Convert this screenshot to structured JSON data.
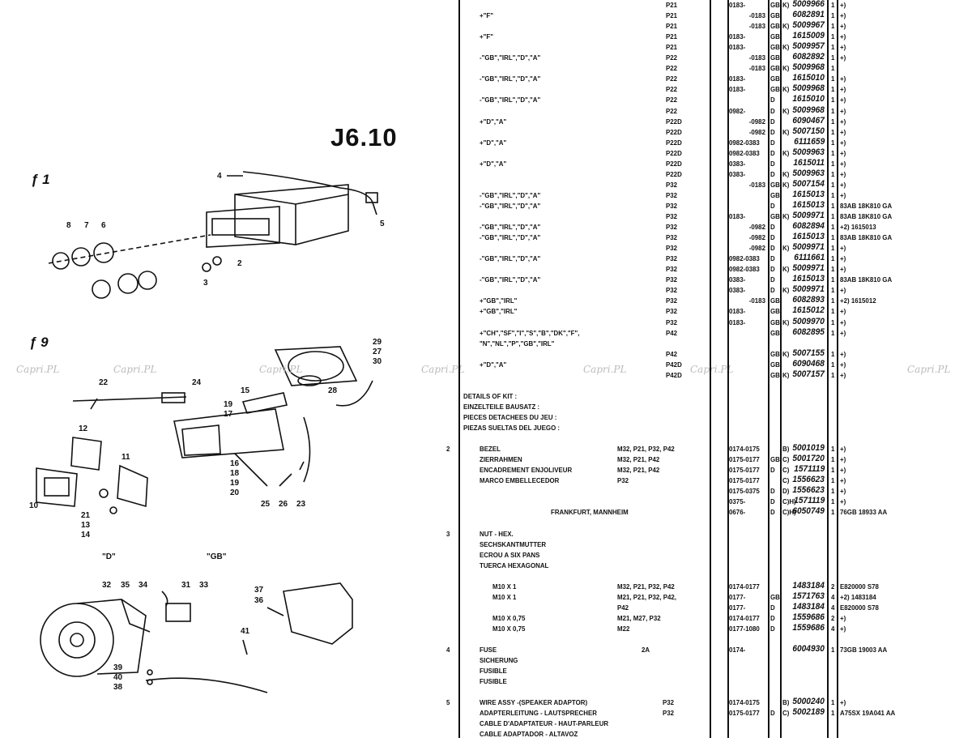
{
  "page_title": "J6.10",
  "figures": [
    "ƒ 1",
    "ƒ 9"
  ],
  "variant_labels": [
    "\"D\"",
    "\"GB\""
  ],
  "watermark": "Capri.PL",
  "callouts": [
    "4",
    "5",
    "8",
    "7",
    "6",
    "2",
    "3",
    "22",
    "24",
    "15",
    "29",
    "27",
    "30",
    "28",
    "12",
    "19",
    "17",
    "11",
    "10",
    "21",
    "13",
    "14",
    "16",
    "18",
    "19",
    "20",
    "25",
    "26",
    "23",
    "32",
    "35",
    "34",
    "31",
    "33",
    "37",
    "36",
    "41",
    "39",
    "40",
    "38"
  ],
  "rows": [
    {
      "desc": "",
      "model": "P21",
      "date": "0183-",
      "cc": "GB",
      "code": "K)",
      "part": "5009966",
      "qty": "1",
      "remark": "+)"
    },
    {
      "desc": "+\"F\"",
      "model": "P21",
      "date": "-0183",
      "cc": "GB",
      "code": "",
      "part": "6082891",
      "qty": "1",
      "remark": "+)"
    },
    {
      "desc": "",
      "model": "P21",
      "date": "-0183",
      "cc": "GB",
      "code": "K)",
      "part": "5009967",
      "qty": "1",
      "remark": "+)"
    },
    {
      "desc": "+\"F\"",
      "model": "P21",
      "date": "0183-",
      "cc": "GB",
      "code": "",
      "part": "1615009",
      "qty": "1",
      "remark": "+)"
    },
    {
      "desc": "",
      "model": "P21",
      "date": "0183-",
      "cc": "GB",
      "code": "K)",
      "part": "5009957",
      "qty": "1",
      "remark": "+)"
    },
    {
      "desc": "-\"GB\",\"IRL\",\"D\",\"A\"",
      "model": "P22",
      "date": "-0183",
      "cc": "GB",
      "code": "",
      "part": "6082892",
      "qty": "1",
      "remark": "+)"
    },
    {
      "desc": "",
      "model": "P22",
      "date": "-0183",
      "cc": "GB",
      "code": "K)",
      "part": "5009968",
      "qty": "1",
      "remark": ""
    },
    {
      "desc": "-\"GB\",\"IRL\",\"D\",\"A\"",
      "model": "P22",
      "date": "0183-",
      "cc": "GB",
      "code": "",
      "part": "1615010",
      "qty": "1",
      "remark": "+)"
    },
    {
      "desc": "",
      "model": "P22",
      "date": "0183-",
      "cc": "GB",
      "code": "K)",
      "part": "5009968",
      "qty": "1",
      "remark": "+)"
    },
    {
      "desc": "-\"GB\",\"IRL\",\"D\",\"A\"",
      "model": "P22",
      "date": "",
      "cc": "D",
      "code": "",
      "part": "1615010",
      "qty": "1",
      "remark": "+)"
    },
    {
      "desc": "",
      "model": "P22",
      "date": "0982-",
      "cc": "D",
      "code": "K)",
      "part": "5009968",
      "qty": "1",
      "remark": "+)"
    },
    {
      "desc": "+\"D\",\"A\"",
      "model": "P22D",
      "date": "-0982",
      "cc": "D",
      "code": "",
      "part": "6090467",
      "qty": "1",
      "remark": "+)"
    },
    {
      "desc": "",
      "model": "P22D",
      "date": "-0982",
      "cc": "D",
      "code": "K)",
      "part": "5007150",
      "qty": "1",
      "remark": "+)"
    },
    {
      "desc": "+\"D\",\"A\"",
      "model": "P22D",
      "date": "0982-0383",
      "cc": "D",
      "code": "",
      "part": "6111659",
      "qty": "1",
      "remark": "+)"
    },
    {
      "desc": "",
      "model": "P22D",
      "date": "0982-0383",
      "cc": "D",
      "code": "K)",
      "part": "5009963",
      "qty": "1",
      "remark": "+)"
    },
    {
      "desc": "+\"D\",\"A\"",
      "model": "P22D",
      "date": "0383-",
      "cc": "D",
      "code": "",
      "part": "1615011",
      "qty": "1",
      "remark": "+)"
    },
    {
      "desc": "",
      "model": "P22D",
      "date": "0383-",
      "cc": "D",
      "code": "K)",
      "part": "5009963",
      "qty": "1",
      "remark": "+)"
    },
    {
      "desc": "",
      "model": "P32",
      "date": "-0183",
      "cc": "GB",
      "code": "K)",
      "part": "5007154",
      "qty": "1",
      "remark": "+)"
    },
    {
      "desc": "-\"GB\",\"IRL\",\"D\",\"A\"",
      "model": "P32",
      "date": "",
      "cc": "GB",
      "code": "",
      "part": "1615013",
      "qty": "1",
      "remark": "+)"
    },
    {
      "desc": "-\"GB\",\"IRL\",\"D\",\"A\"",
      "model": "P32",
      "date": "",
      "cc": "D",
      "code": "",
      "part": "1615013",
      "qty": "1",
      "remark": "83AB 18K810 GA"
    },
    {
      "desc": "",
      "model": "P32",
      "date": "0183-",
      "cc": "GB",
      "code": "K)",
      "part": "5009971",
      "qty": "1",
      "remark": "83AB 18K810 GA"
    },
    {
      "desc": "-\"GB\",\"IRL\",\"D\",\"A\"",
      "model": "P32",
      "date": "-0982",
      "cc": "D",
      "code": "",
      "part": "6082894",
      "qty": "1",
      "remark": "+2) 1615013"
    },
    {
      "desc": "-\"GB\",\"IRL\",\"D\",\"A\"",
      "model": "P32",
      "date": "-0982",
      "cc": "D",
      "code": "",
      "part": "1615013",
      "qty": "1",
      "remark": "83AB 18K810 GA"
    },
    {
      "desc": "",
      "model": "P32",
      "date": "-0982",
      "cc": "D",
      "code": "K)",
      "part": "5009971",
      "qty": "1",
      "remark": "+)"
    },
    {
      "desc": "-\"GB\",\"IRL\",\"D\",\"A\"",
      "model": "P32",
      "date": "0982-0383",
      "cc": "D",
      "code": "",
      "part": "6111661",
      "qty": "1",
      "remark": "+)"
    },
    {
      "desc": "",
      "model": "P32",
      "date": "0982-0383",
      "cc": "D",
      "code": "K)",
      "part": "5009971",
      "qty": "1",
      "remark": "+)"
    },
    {
      "desc": "-\"GB\",\"IRL\",\"D\",\"A\"",
      "model": "P32",
      "date": "0383-",
      "cc": "D",
      "code": "",
      "part": "1615013",
      "qty": "1",
      "remark": "83AB 18K810 GA"
    },
    {
      "desc": "",
      "model": "P32",
      "date": "0383-",
      "cc": "D",
      "code": "K)",
      "part": "5009971",
      "qty": "1",
      "remark": "+)"
    },
    {
      "desc": "+\"GB\",\"IRL\"",
      "model": "P32",
      "date": "-0183",
      "cc": "GB",
      "code": "",
      "part": "6082893",
      "qty": "1",
      "remark": "+2) 1615012"
    },
    {
      "desc": "+\"GB\",\"IRL\"",
      "model": "P32",
      "date": "0183-",
      "cc": "GB",
      "code": "",
      "part": "1615012",
      "qty": "1",
      "remark": "+)"
    },
    {
      "desc": "",
      "model": "P32",
      "date": "0183-",
      "cc": "GB",
      "code": "K)",
      "part": "5009970",
      "qty": "1",
      "remark": "+)"
    },
    {
      "desc": "+\"CH\",\"SF\",\"I\",\"S\",\"B\",\"DK\",\"F\",",
      "model": "P42",
      "date": "",
      "cc": "GB",
      "code": "",
      "part": "6082895",
      "qty": "1",
      "remark": "+)"
    },
    {
      "desc": "\"N\",\"NL\",\"P\",\"GB\",\"IRL\""
    },
    {
      "desc": "",
      "model": "P42",
      "date": "",
      "cc": "GB",
      "code": "K)",
      "part": "5007155",
      "qty": "1",
      "remark": "+)"
    },
    {
      "desc": "+\"D\",\"A\"",
      "model": "P42D",
      "date": "",
      "cc": "GB",
      "code": "",
      "part": "6090468",
      "qty": "1",
      "remark": "+)"
    },
    {
      "desc": "",
      "model": "P42D",
      "date": "",
      "cc": "GB",
      "code": "K)",
      "part": "5007157",
      "qty": "1",
      "remark": "+)"
    },
    {},
    {
      "kind": "header",
      "desc": "DETAILS OF KIT :"
    },
    {
      "kind": "header",
      "desc": "EINZELTEILE BAUSATZ :"
    },
    {
      "kind": "header",
      "desc": "PIECES DETACHEES DU JEU :"
    },
    {
      "kind": "header",
      "desc": "PIEZAS SUELTAS DEL JUEGO :"
    },
    {},
    {
      "kind": "item",
      "item": "2",
      "desc": "BEZEL",
      "model": "M32, P21, P32, P42",
      "date": "0174-0175",
      "cc": "",
      "code": "B)",
      "part": "5001019",
      "qty": "1",
      "remark": "+)"
    },
    {
      "kind": "item",
      "desc": "ZIERRAHMEN",
      "model": "M32, P21, P42",
      "date": "0175-0177",
      "cc": "GB",
      "code": "C)",
      "part": "5001720",
      "qty": "1",
      "remark": "+)"
    },
    {
      "kind": "item",
      "desc": "ENCADREMENT ENJOLIVEUR",
      "model": "M32, P21, P42",
      "date": "0175-0177",
      "cc": "D",
      "code": "C)",
      "part": "1571119",
      "qty": "1",
      "remark": "+)"
    },
    {
      "kind": "item",
      "desc": "MARCO EMBELLECEDOR",
      "model": "P32",
      "date": "0175-0177",
      "cc": "",
      "code": "C)",
      "part": "1556623",
      "qty": "1",
      "remark": "+)"
    },
    {
      "kind": "item",
      "desc": "",
      "model": "",
      "date": "0175-0375",
      "cc": "D",
      "code": "D)",
      "part": "1556623",
      "qty": "1",
      "remark": "+)"
    },
    {
      "kind": "item",
      "desc": "",
      "model": "",
      "date": "0375-",
      "cc": "D",
      "code": "C)H)",
      "part": "1571119",
      "qty": "1",
      "remark": "+)"
    },
    {
      "kind": "note",
      "desc": "FRANKFURT, MANNHEIM",
      "date": "0676-",
      "cc": "D",
      "code": "C)H)",
      "part": "6050749",
      "qty": "1",
      "remark": "76GB 18933 AA"
    },
    {},
    {
      "kind": "item",
      "item": "3",
      "desc": "NUT - HEX."
    },
    {
      "kind": "item",
      "desc": "SECHSKANTMUTTER"
    },
    {
      "kind": "item",
      "desc": "ECROU A SIX PANS"
    },
    {
      "kind": "item",
      "desc": "TUERCA HEXAGONAL"
    },
    {},
    {
      "kind": "sub",
      "desc": "M10 X 1",
      "model": "M32, P21, P32, P42",
      "date": "0174-0177",
      "cc": "",
      "code": "",
      "part": "1483184",
      "qty": "2",
      "remark": "E820000 S78"
    },
    {
      "kind": "sub",
      "desc": "M10 X 1",
      "model": "M21, P21, P32, P42,",
      "date": "0177-",
      "cc": "GB",
      "code": "",
      "part": "1571763",
      "qty": "4",
      "remark": "+2) 1483184"
    },
    {
      "kind": "sub",
      "desc": "",
      "model": "P42",
      "date": "0177-",
      "cc": "D",
      "code": "",
      "part": "1483184",
      "qty": "4",
      "remark": "E820000 S78"
    },
    {
      "kind": "sub",
      "desc": "M10 X 0,75",
      "model": "M21, M27, P32",
      "date": "0174-0177",
      "cc": "D",
      "code": "",
      "part": "1559686",
      "qty": "2",
      "remark": "+)"
    },
    {
      "kind": "sub",
      "desc": "M10 X 0,75",
      "model": "M22",
      "date": "0177-1080",
      "cc": "D",
      "code": "",
      "part": "1559686",
      "qty": "4",
      "remark": "+)"
    },
    {},
    {
      "kind": "item",
      "item": "4",
      "desc": "FUSE",
      "spec": "2A",
      "date": "0174-",
      "cc": "",
      "code": "",
      "part": "6004930",
      "qty": "1",
      "remark": "73GB 19003 AA"
    },
    {
      "kind": "item",
      "desc": "SICHERUNG"
    },
    {
      "kind": "item",
      "desc": "FUSIBLE"
    },
    {
      "kind": "item",
      "desc": "FUSIBLE"
    },
    {},
    {
      "kind": "item",
      "item": "5",
      "desc": "WIRE ASSY -(SPEAKER ADAPTOR)",
      "spec": "P32",
      "date": "0174-0175",
      "cc": "",
      "code": "B)",
      "part": "5000240",
      "qty": "1",
      "remark": "+)"
    },
    {
      "kind": "item",
      "desc": "ADAPTERLEITUNG - LAUTSPRECHER",
      "spec": "P32",
      "date": "0175-0177",
      "cc": "D",
      "code": "C)",
      "part": "5002189",
      "qty": "1",
      "remark": "A75SX 19A041 AA"
    },
    {
      "kind": "item",
      "desc": "CABLE D'ADAPTATEUR - HAUT-PARLEUR"
    },
    {
      "kind": "item",
      "desc": "CABLE ADAPTADOR - ALTAVOZ"
    }
  ]
}
